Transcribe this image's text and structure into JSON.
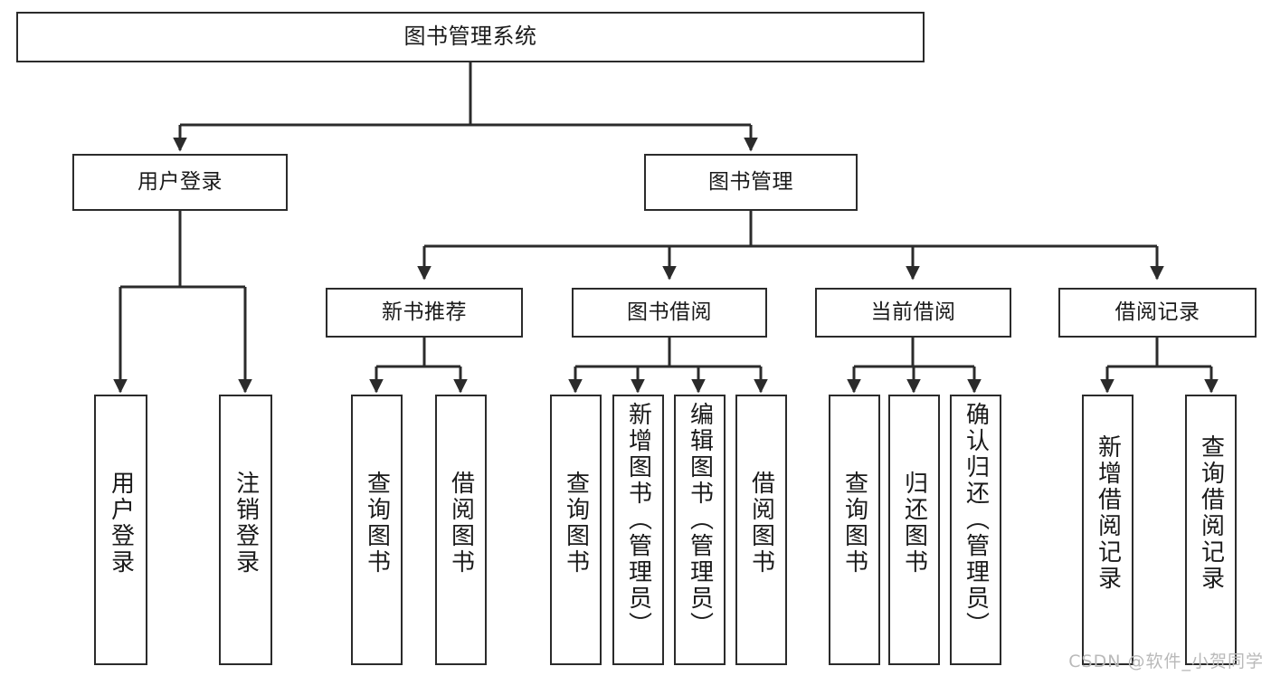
{
  "diagram": {
    "title": "图书管理系统",
    "type": "hierarchy-tree",
    "theme": {
      "background": "#ffffff",
      "box_border": "#2b2b2b",
      "box_fill": "#ffffff",
      "connector": "#2b2b2b",
      "text": "#1a1a1a",
      "watermark": "#b9b9b9"
    },
    "nodes": {
      "root": {
        "label": "图书管理系统"
      },
      "level2": [
        {
          "id": "user-login",
          "label": "用户登录"
        },
        {
          "id": "book-management",
          "label": "图书管理"
        }
      ],
      "level3": [
        {
          "id": "new-book-recommend",
          "label": "新书推荐"
        },
        {
          "id": "book-borrow",
          "label": "图书借阅"
        },
        {
          "id": "current-borrow",
          "label": "当前借阅"
        },
        {
          "id": "borrow-record",
          "label": "借阅记录"
        }
      ],
      "leaves": {
        "user_login": [
          {
            "id": "leaf-user-login",
            "label": "用户登录"
          },
          {
            "id": "leaf-logout-login",
            "label": "注销登录"
          }
        ],
        "new_book_recommend": [
          {
            "id": "leaf-query-book-1",
            "label": "查询图书"
          },
          {
            "id": "leaf-borrow-book-1",
            "label": "借阅图书"
          }
        ],
        "book_borrow": [
          {
            "id": "leaf-query-book-2",
            "label": "查询图书"
          },
          {
            "id": "leaf-add-book",
            "label": "新增图书（管理员）"
          },
          {
            "id": "leaf-edit-book",
            "label": "编辑图书（管理员）"
          },
          {
            "id": "leaf-borrow-book-2",
            "label": "借阅图书"
          }
        ],
        "current_borrow": [
          {
            "id": "leaf-query-book-3",
            "label": "查询图书"
          },
          {
            "id": "leaf-return-book",
            "label": "归还图书"
          },
          {
            "id": "leaf-confirm-return",
            "label": "确认归还（管理员）"
          }
        ],
        "borrow_record": [
          {
            "id": "leaf-add-borrow-record",
            "label": "新增借阅记录"
          },
          {
            "id": "leaf-query-borrow-record",
            "label": "查询借阅记录"
          }
        ]
      }
    },
    "watermark": "CSDN @软件_小贺同学"
  }
}
